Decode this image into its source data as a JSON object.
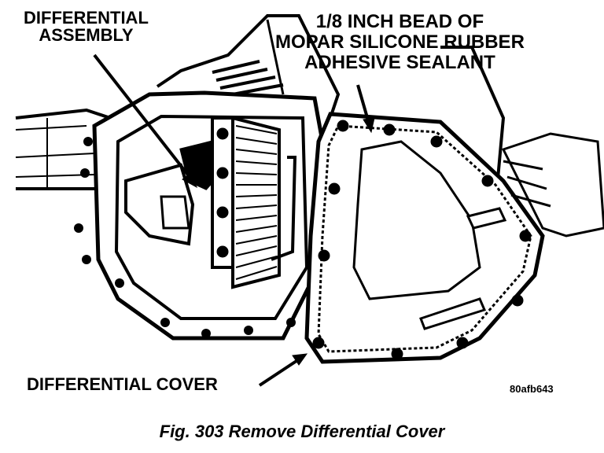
{
  "labels": {
    "differential_assembly": [
      "DIFFERENTIAL",
      "ASSEMBLY"
    ],
    "sealant_bead": [
      "1/8 INCH BEAD OF",
      "MOPAR SILICONE RUBBER",
      "ADHESIVE SEALANT"
    ],
    "differential_cover": "DIFFERENTIAL COVER",
    "figure_code": "80afb643"
  },
  "caption": "Fig. 303 Remove Differential Cover"
}
